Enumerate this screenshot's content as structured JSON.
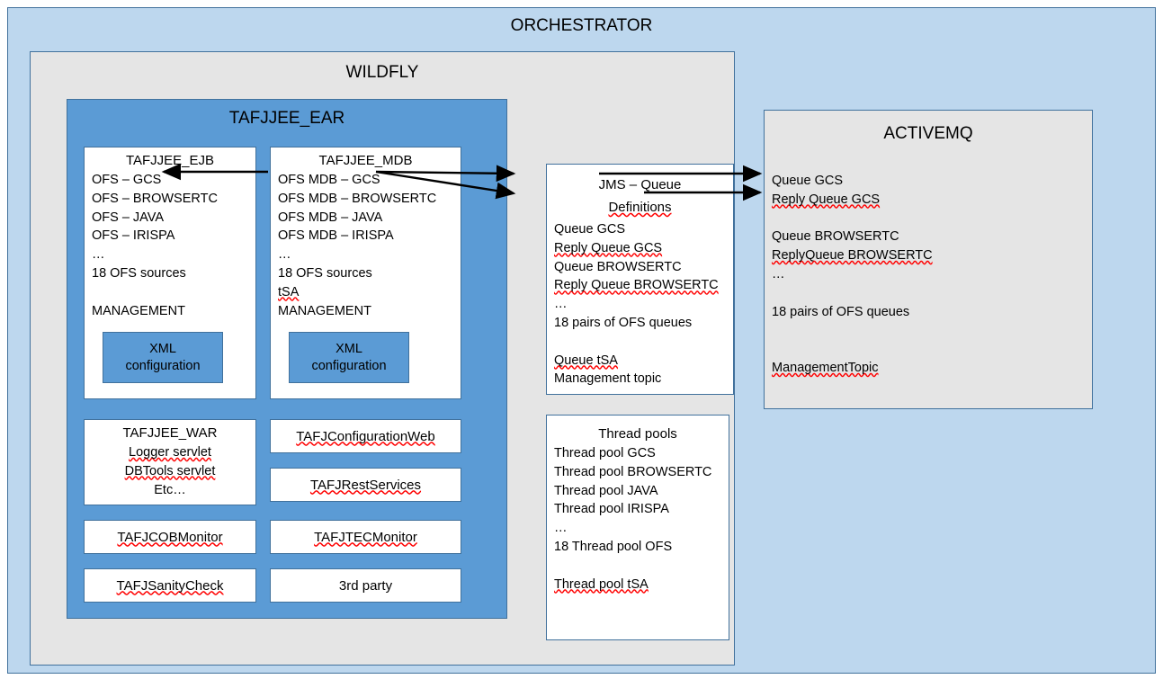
{
  "orchestrator": {
    "title": "ORCHESTRATOR",
    "bg_color": "#bdd7ee",
    "border_color": "#41719c"
  },
  "wildfly": {
    "title": "WILDFLY",
    "bg_color": "#e5e5e5"
  },
  "ear": {
    "title": "TAFJJEE_EAR",
    "bg_color": "#5b9bd5"
  },
  "ejb": {
    "title": "TAFJJEE_EJB",
    "lines": [
      "OFS – GCS",
      "OFS – BROWSERTC",
      "OFS – JAVA",
      "OFS – IRISPA",
      "…",
      "18 OFS sources",
      "",
      "MANAGEMENT"
    ],
    "xml_config_line1": "XML",
    "xml_config_line2": "configuration"
  },
  "mdb": {
    "title": "TAFJJEE_MDB",
    "lines": [
      "OFS MDB – GCS",
      "OFS MDB – BROWSERTC",
      "OFS MDB – JAVA",
      "OFS MDB – IRISPA",
      "…",
      "18 OFS sources",
      "tSA",
      "MANAGEMENT"
    ],
    "xml_config_line1": "XML",
    "xml_config_line2": "configuration"
  },
  "war": {
    "title": "TAFJJEE_WAR",
    "lines": [
      "Logger servlet",
      "DBTools servlet",
      "Etc…"
    ]
  },
  "modules": {
    "configuration_web": "TAFJConfigurationWeb",
    "rest_services": "TAFJRestServices",
    "cob_monitor": "TAFJCOBMonitor",
    "tec_monitor": "TAFJTECMonitor",
    "sanity_check": "TAFJSanityCheck",
    "third_party": "3rd party"
  },
  "jms": {
    "title_line1": "JMS – Queue",
    "title_line2": "Definitions",
    "lines": [
      "Queue GCS",
      "Reply Queue GCS",
      "Queue BROWSERTC",
      "Reply Queue BROWSERTC",
      "…",
      "18 pairs of OFS queues",
      "",
      "Queue tSA",
      "Management topic"
    ]
  },
  "thread_pools": {
    "title": "Thread pools",
    "lines": [
      "Thread pool GCS",
      "Thread pool BROWSERTC",
      "Thread pool JAVA",
      "Thread pool IRISPA",
      "…",
      "18 Thread pool OFS",
      "",
      "Thread pool tSA"
    ]
  },
  "activemq": {
    "title": "ACTIVEMQ",
    "lines": [
      "Queue GCS",
      "Reply Queue GCS",
      "",
      "Queue BROWSERTC",
      "ReplyQueue BROWSERTC",
      "…",
      "",
      "18 pairs of OFS queues",
      "",
      "",
      "ManagementTopic"
    ]
  },
  "connections": [
    {
      "name": "mdb-gcs-to-ejb-gcs",
      "from": "OFS MDB – GCS",
      "to": "OFS – GCS"
    },
    {
      "name": "mdb-gcs-to-queue-gcs",
      "from": "OFS MDB – GCS",
      "to": "Queue GCS"
    },
    {
      "name": "mdb-gcs-to-reply-queue-gcs",
      "from": "OFS MDB – GCS",
      "to": "Reply Queue GCS"
    },
    {
      "name": "jms-queue-gcs-to-amq-queue-gcs",
      "from": "Queue GCS",
      "to": "Queue GCS"
    },
    {
      "name": "jms-reply-queue-gcs-to-amq-reply-queue-gcs",
      "from": "Reply Queue GCS",
      "to": "Reply Queue GCS"
    }
  ]
}
